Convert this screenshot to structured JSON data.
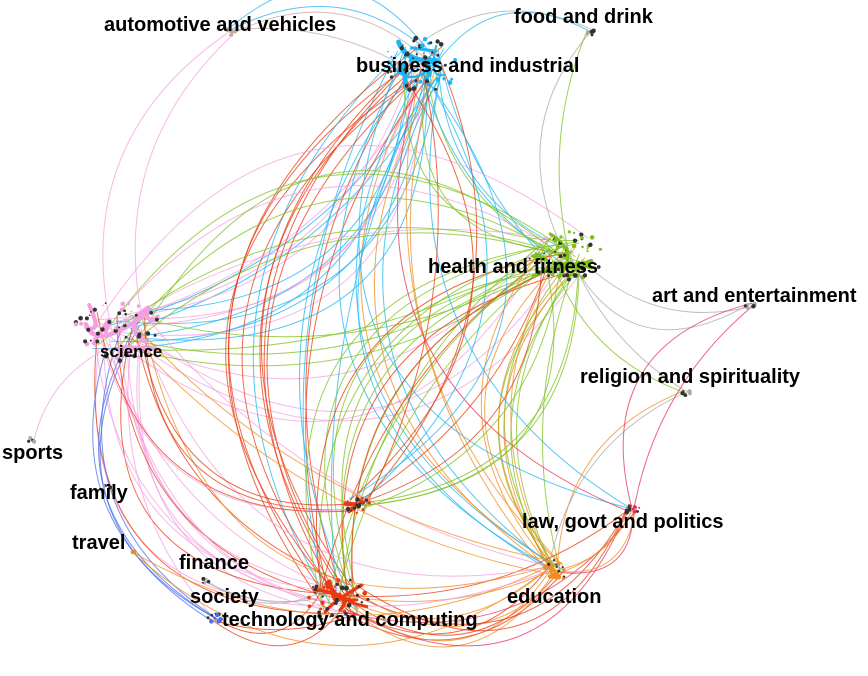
{
  "labels": {
    "automotive": "automotive and vehicles",
    "food": "food and drink",
    "business": "business and industrial",
    "health": "health and fitness",
    "art": "art and entertainment",
    "science": "science",
    "religion": "religion and spirituality",
    "sports": "sports",
    "family": "family",
    "travel": "travel",
    "finance": "finance",
    "society": "society",
    "law": "law, govt and politics",
    "education": "education",
    "technology": "technology and computing"
  },
  "colors": {
    "automotive": "#c9a79c",
    "food": "#a9a9a9",
    "business": "#1fb6f0",
    "health": "#7cc21b",
    "art": "#a9a9a9",
    "science": "#f4a0e0",
    "religion": "#a9a9a9",
    "sports": "#a9a9a9",
    "family": "#a9a9a9",
    "travel": "#f08c1e",
    "finance": "#a9a9a9",
    "society": "#4a6fe8",
    "law": "#e8305a",
    "education": "#f08c1e",
    "technology": "#e83a10"
  }
}
